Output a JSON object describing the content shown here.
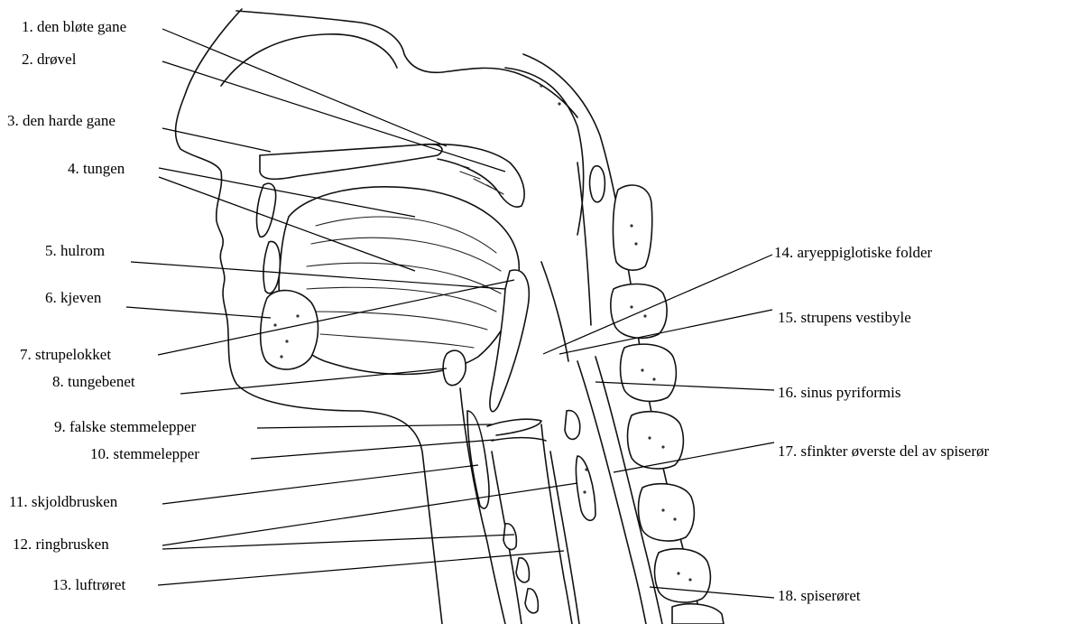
{
  "labels": [
    {
      "id": "l1",
      "text": "1. den bløte gane"
    },
    {
      "id": "l2",
      "text": "2. drøvel"
    },
    {
      "id": "l3",
      "text": "3. den harde gane"
    },
    {
      "id": "l4",
      "text": "4. tungen"
    },
    {
      "id": "l5",
      "text": "5. hulrom"
    },
    {
      "id": "l6",
      "text": "6. kjeven"
    },
    {
      "id": "l7",
      "text": "7. strupelokket"
    },
    {
      "id": "l8",
      "text": "8. tungebenet"
    },
    {
      "id": "l9",
      "text": "9. falske stemmelepper"
    },
    {
      "id": "l10",
      "text": "10. stemmelepper"
    },
    {
      "id": "l11",
      "text": "11. skjoldbrusken"
    },
    {
      "id": "l12",
      "text": "12. ringbrusken"
    },
    {
      "id": "l13",
      "text": "13. luftrøret"
    },
    {
      "id": "l14",
      "text": "14. aryeppiglotiske folder"
    },
    {
      "id": "l15",
      "text": "15. strupens vestibyle"
    },
    {
      "id": "l16",
      "text": "16. sinus pyriformis"
    },
    {
      "id": "l17",
      "text": "17. sfinkter øverste del av spiserør"
    },
    {
      "id": "l18",
      "text": "18. spiserøret"
    }
  ]
}
